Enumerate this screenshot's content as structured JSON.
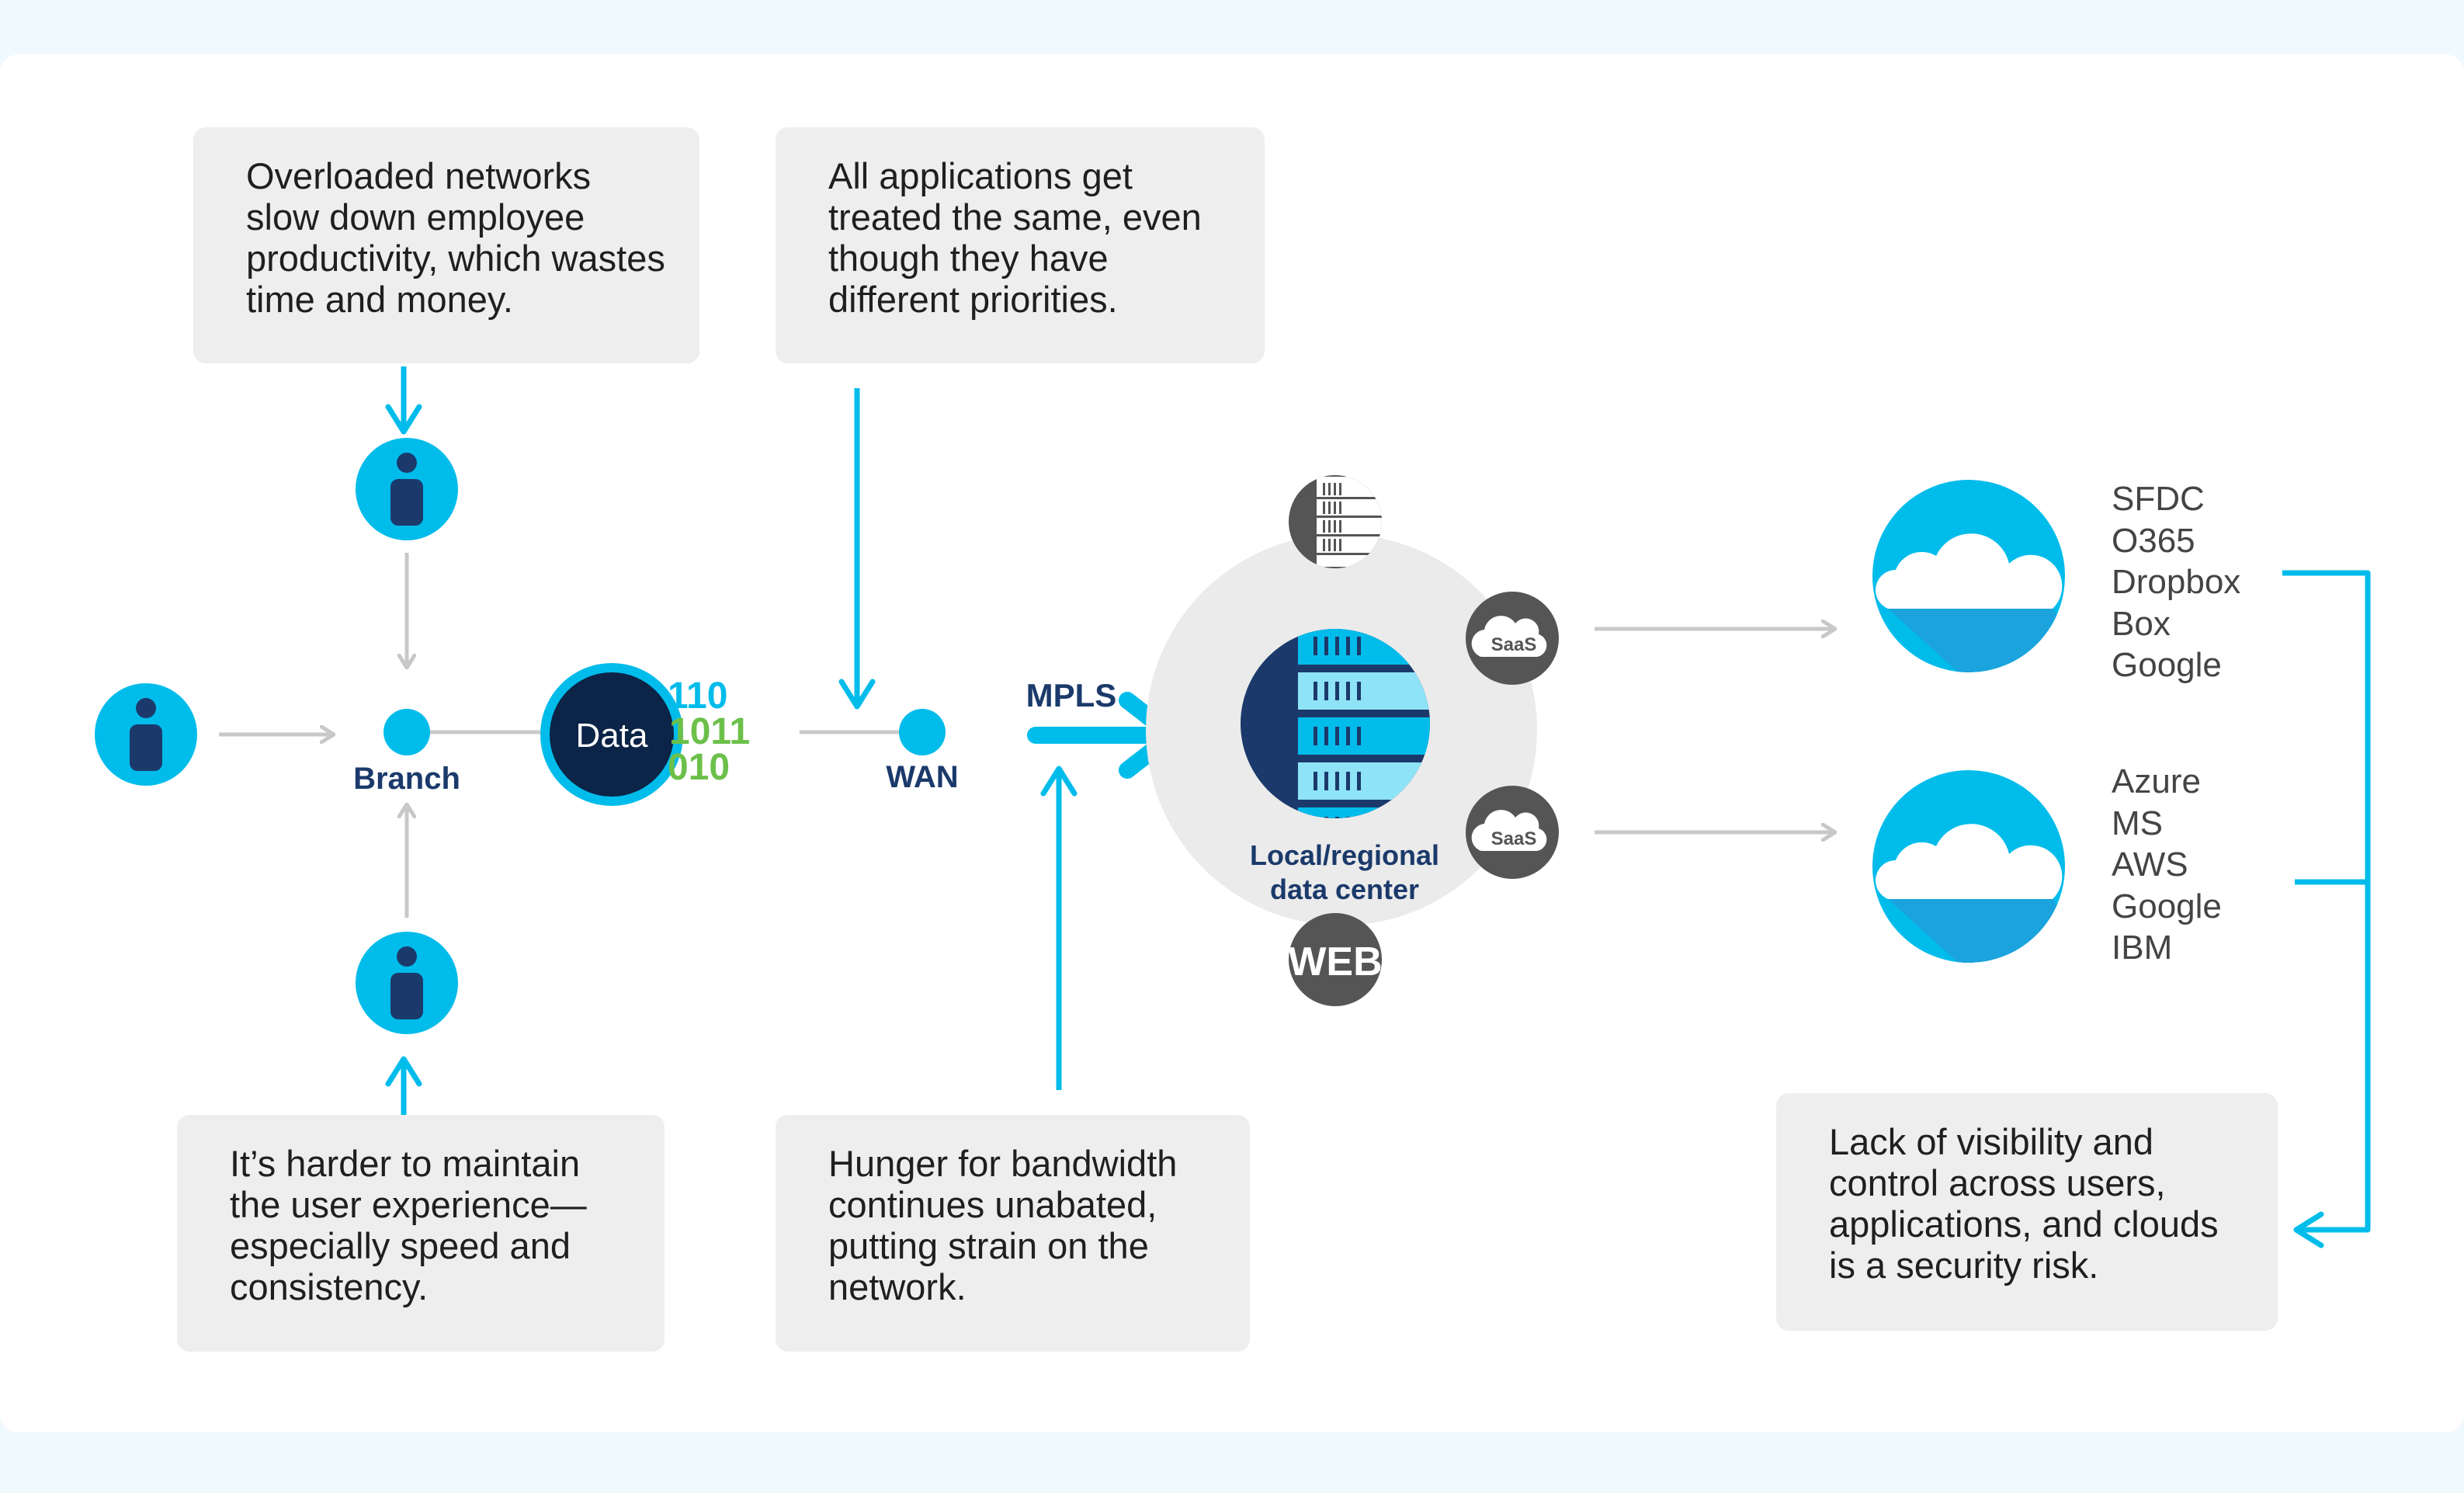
{
  "callouts": {
    "top_left": "Overloaded networks slow down employee productivity, which wastes time and money.",
    "top_middle": "All applications get treated the same, even though they have different priorities.",
    "bottom_left": "It’s harder to maintain the user experience—especially speed and consistency.",
    "bottom_middle": "Hunger for bandwidth continues unabated, putting strain on the network.",
    "bottom_right": "Lack of visibility and control across users, applications, and clouds is a security risk."
  },
  "nodes": {
    "branch": "Branch",
    "wan": "WAN",
    "mpls": "MPLS",
    "data": "Data",
    "data_center_line1": "Local/regional",
    "data_center_line2": "data center",
    "saas_top": "SaaS",
    "saas_bottom": "SaaS",
    "web": "WEB"
  },
  "binary": {
    "line1": "110",
    "line2": "1011",
    "line3": "010"
  },
  "cloud_lists": {
    "top": [
      "SFDC",
      "O365",
      "Dropbox",
      "Box",
      "Google"
    ],
    "bottom": [
      "Azure",
      "MS",
      "AWS",
      "Google",
      "IBM"
    ]
  },
  "colors": {
    "accent_blue": "#00bceb",
    "dark_navy": "#0b2447",
    "user_navy": "#1b3a6b",
    "green": "#6cc04a",
    "gray_arrow": "#c8c8c8",
    "callout_bg": "#eeeeee",
    "icon_gray": "#555555"
  },
  "icons": [
    "user-icon",
    "server-icon",
    "saas-cloud-icon",
    "web-icon",
    "cloud-icon"
  ]
}
